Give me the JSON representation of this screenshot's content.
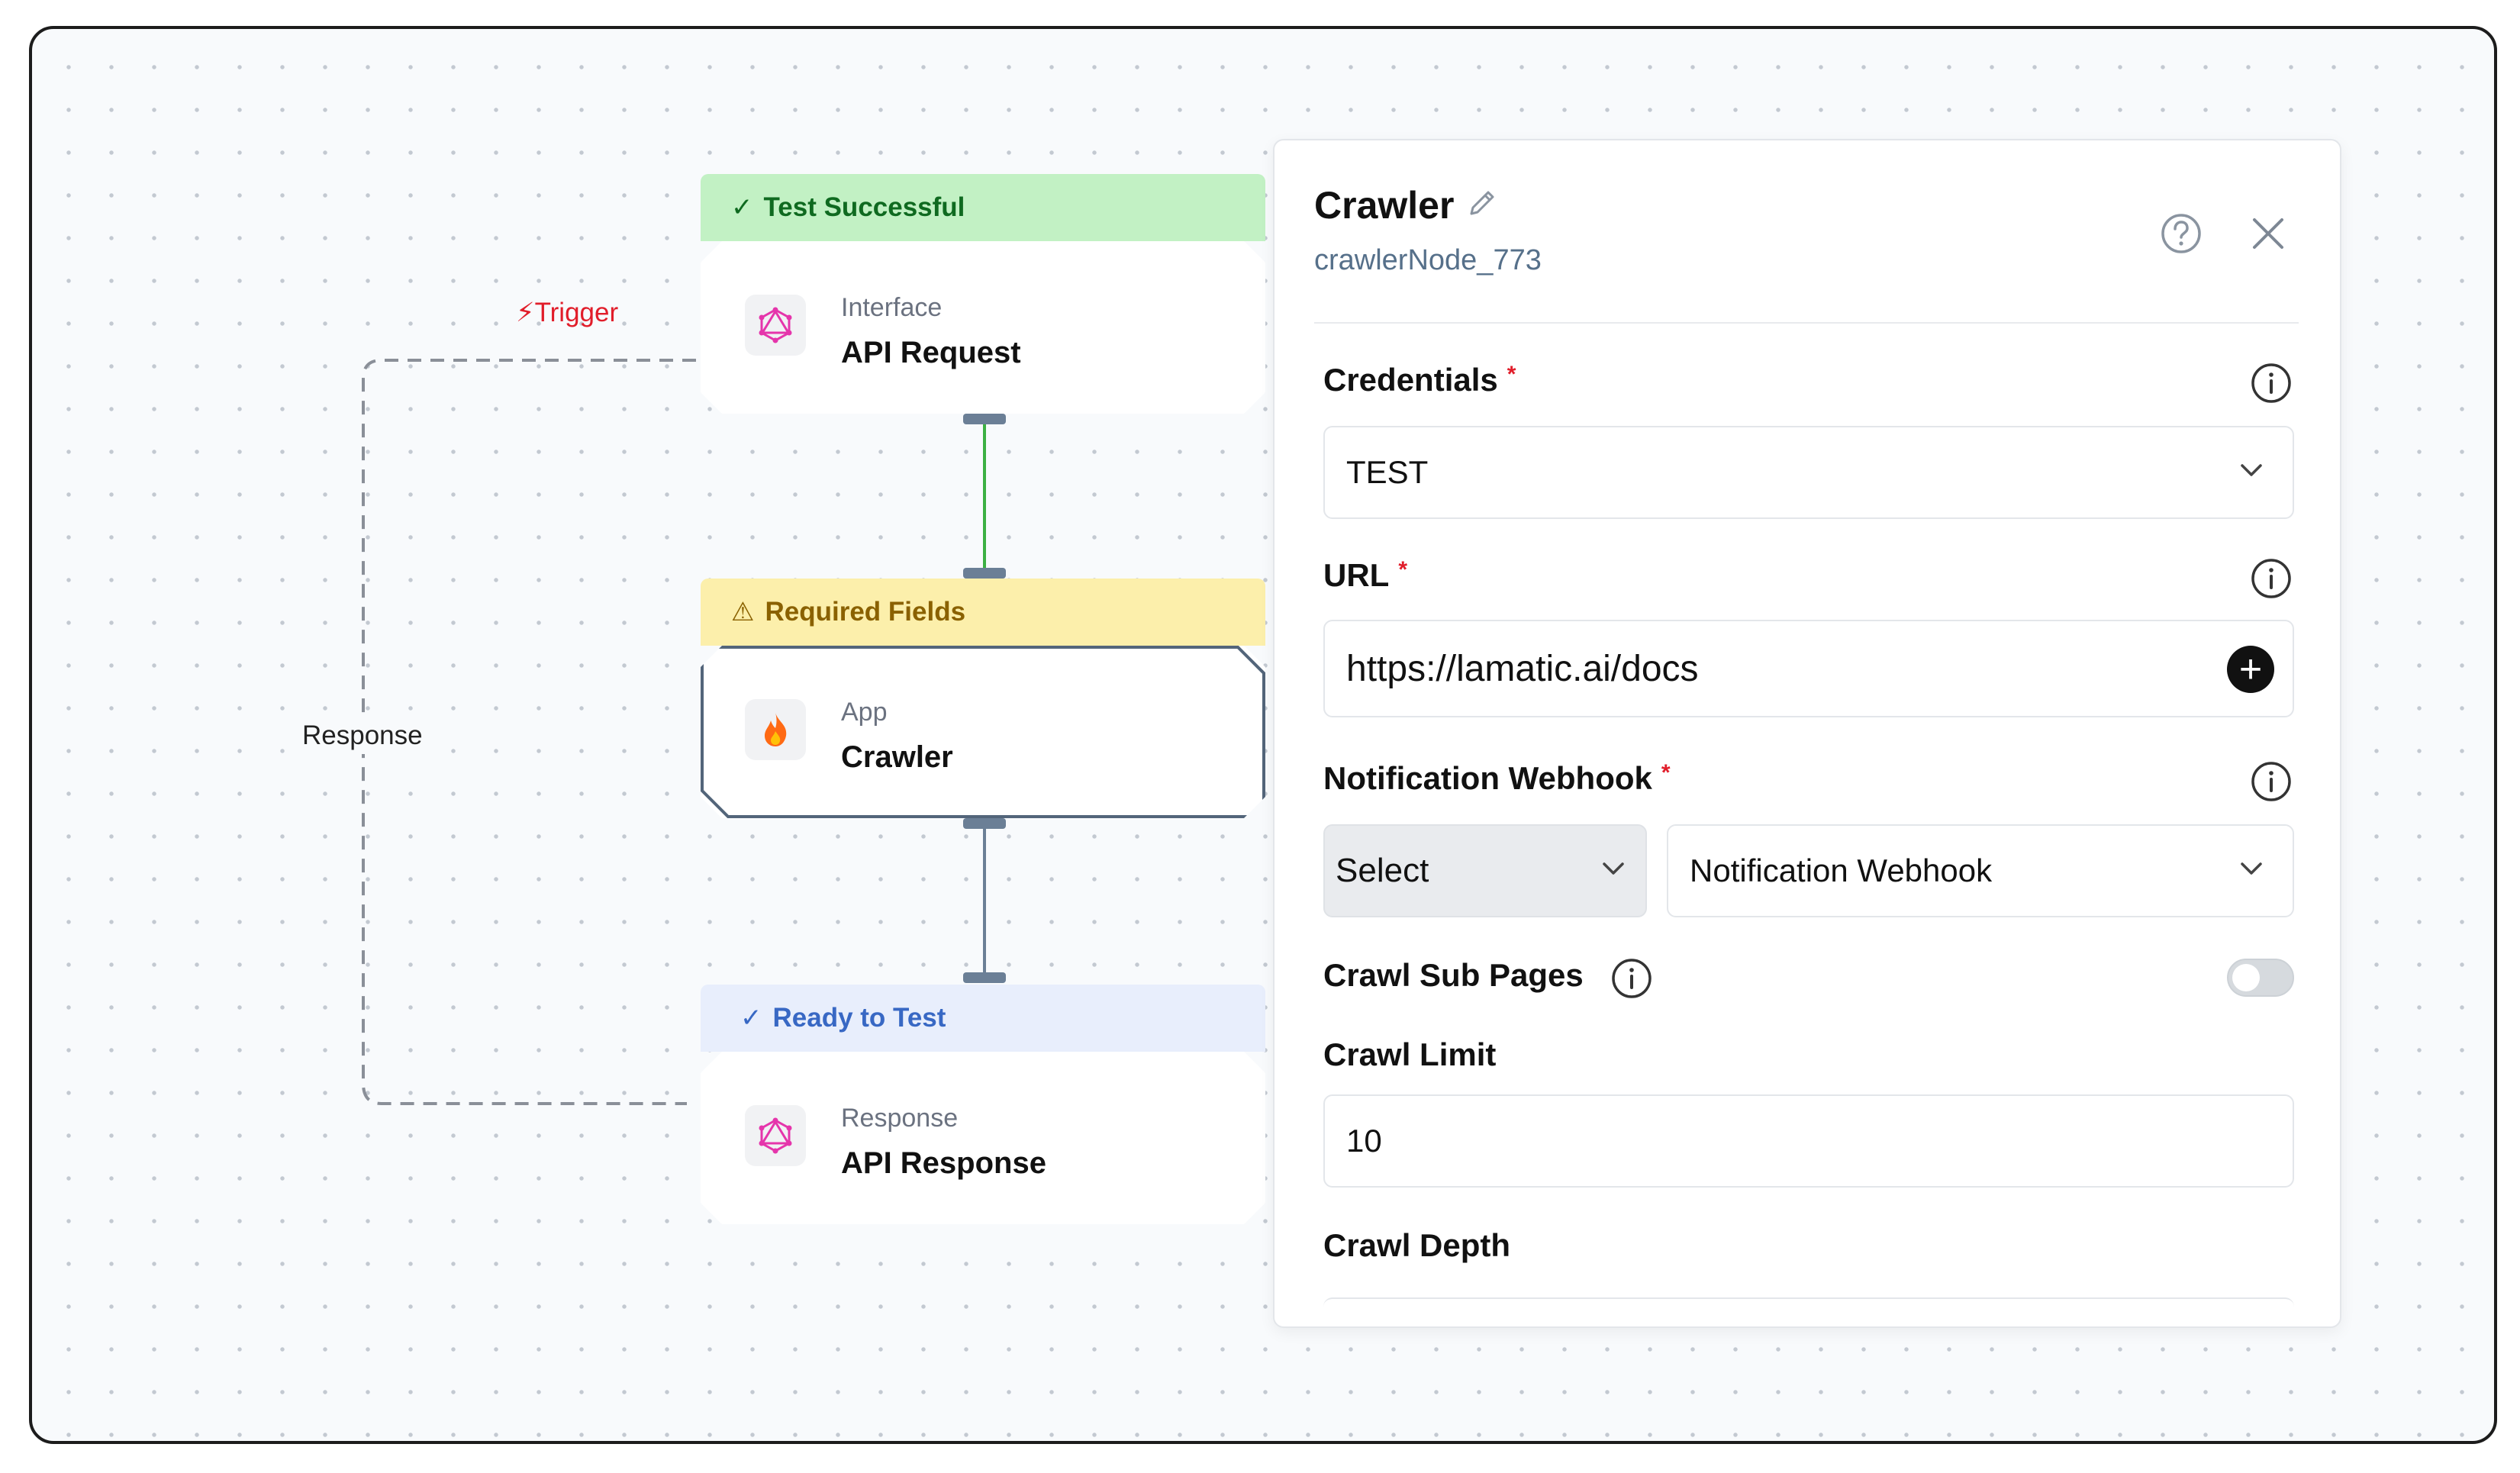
{
  "canvas": {
    "edge_trigger_label": "⚡Trigger",
    "edge_response_label": "Response",
    "colors": {
      "success_edge": "#3cb043",
      "default_edge": "#6b7f96",
      "dashed_edge": "#8a8f98"
    }
  },
  "nodes": [
    {
      "status": "Test Successful",
      "status_icon": "check-icon",
      "type": "Interface",
      "title": "API Request",
      "icon": "graphql-icon"
    },
    {
      "status": "Required Fields",
      "status_icon": "warning-triangle-icon",
      "type": "App",
      "title": "Crawler",
      "icon": "flame-icon"
    },
    {
      "status": "Ready to Test",
      "status_icon": "check-icon",
      "type": "Response",
      "title": "API Response",
      "icon": "graphql-icon"
    }
  ],
  "panel": {
    "title": "Crawler",
    "node_id": "crawlerNode_773",
    "fields": {
      "credentials": {
        "label": "Credentials",
        "value": "TEST",
        "required": "*"
      },
      "url": {
        "label": "URL",
        "value": "https://lamatic.ai/docs",
        "required": "*",
        "action": "+"
      },
      "webhook": {
        "label": "Notification Webhook",
        "required": "*",
        "select_value": "Select",
        "value": "Notification Webhook"
      },
      "crawl_sub_pages": {
        "label": "Crawl Sub Pages",
        "enabled": false
      },
      "crawl_limit": {
        "label": "Crawl Limit",
        "value": "10"
      },
      "crawl_depth": {
        "label": "Crawl Depth"
      }
    }
  }
}
